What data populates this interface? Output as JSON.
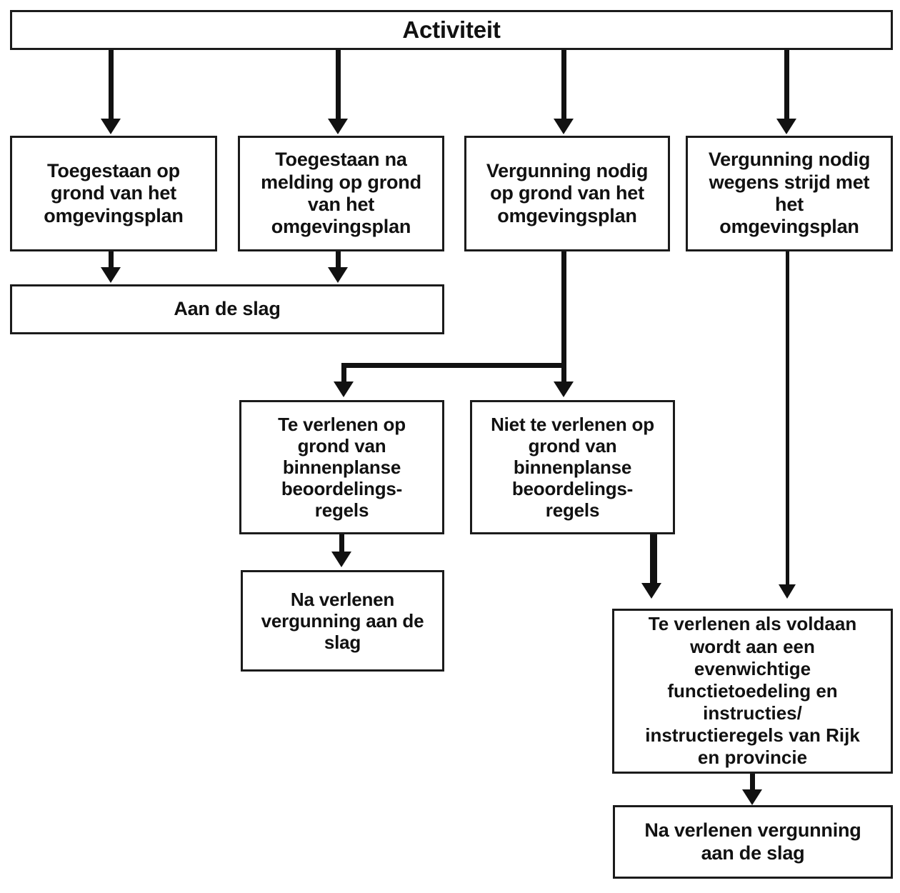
{
  "diagram": {
    "title": "Activiteit flowchart omgevingsplan",
    "nodes": {
      "activiteit": "Activiteit",
      "toegestaan_op_grond": "Toegestaan op\ngrond van het\nomgevingsplan",
      "toegestaan_na_melding": "Toegestaan na\nmelding op grond\nvan het\nomgevingsplan",
      "vergunning_op_grond": "Vergunning nodig\nop grond van het\nomgevingsplan",
      "vergunning_strijd": "Vergunning nodig\nwegens strijd met\nhet\nomgevingsplan",
      "aan_de_slag": "Aan de slag",
      "te_verlenen_binnenplans": "Te verlenen op\ngrond van\nbinnenplanse\nbeoordelings-\nregels",
      "niet_te_verlenen_binnenplans": "Niet te verlenen op\ngrond van\nbinnenplanse\nbeoordelings-\nregels",
      "na_verlenen_vergunning_aan_de_slag": "Na verlenen\nvergunning aan de\nslag",
      "te_verlenen_voldaan": "Te verlenen als voldaan\nwordt aan een\nevenwichtige\nfunctietoedeling en\ninstructies/\ninstructieregels van Rijk\nen provincie",
      "na_verlenen_vergunning_aan_de_slag_2": "Na verlenen vergunning\naan de slag"
    },
    "colors": {
      "stroke": "#1b1b1b",
      "text": "#111111",
      "background": "#ffffff"
    },
    "edges": [
      {
        "from": "activiteit",
        "to": "toegestaan_op_grond"
      },
      {
        "from": "activiteit",
        "to": "toegestaan_na_melding"
      },
      {
        "from": "activiteit",
        "to": "vergunning_op_grond"
      },
      {
        "from": "activiteit",
        "to": "vergunning_strijd"
      },
      {
        "from": "toegestaan_op_grond",
        "to": "aan_de_slag"
      },
      {
        "from": "toegestaan_na_melding",
        "to": "aan_de_slag"
      },
      {
        "from": "vergunning_op_grond",
        "to": "te_verlenen_binnenplans"
      },
      {
        "from": "vergunning_op_grond",
        "to": "niet_te_verlenen_binnenplans"
      },
      {
        "from": "te_verlenen_binnenplans",
        "to": "na_verlenen_vergunning_aan_de_slag"
      },
      {
        "from": "niet_te_verlenen_binnenplans",
        "to": "te_verlenen_voldaan"
      },
      {
        "from": "vergunning_strijd",
        "to": "te_verlenen_voldaan"
      },
      {
        "from": "te_verlenen_voldaan",
        "to": "na_verlenen_vergunning_aan_de_slag_2"
      }
    ]
  }
}
